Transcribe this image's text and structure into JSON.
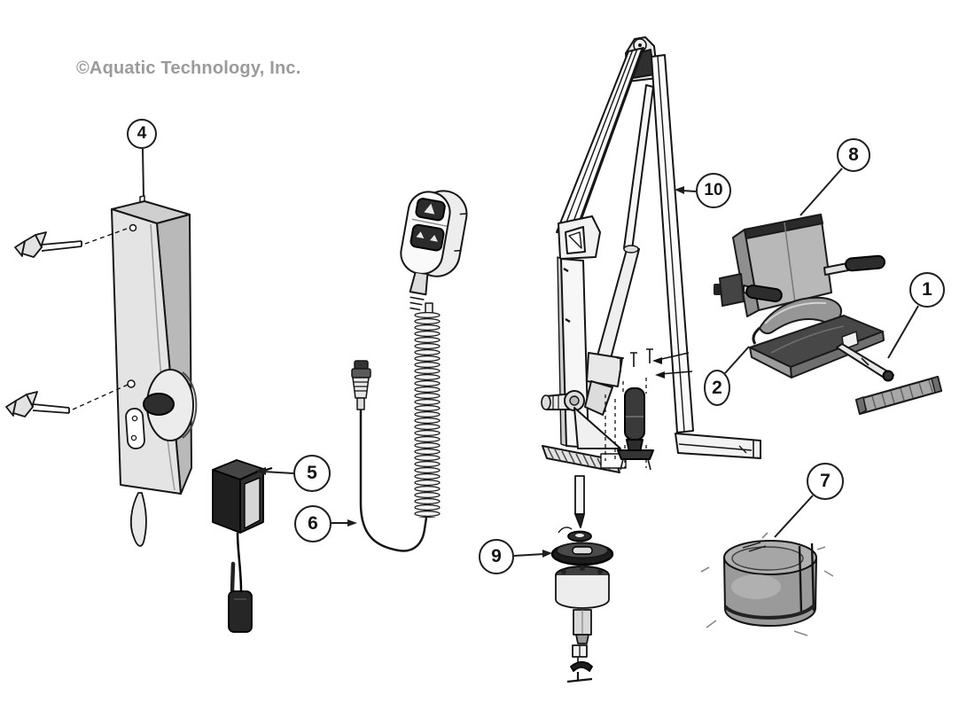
{
  "watermark": {
    "text": "©Aquatic Technology, Inc."
  },
  "callouts": [
    {
      "number": "1"
    },
    {
      "number": "2"
    },
    {
      "number": "4"
    },
    {
      "number": "5"
    },
    {
      "number": "6"
    },
    {
      "number": "7"
    },
    {
      "number": "8"
    },
    {
      "number": "9"
    },
    {
      "number": "10"
    }
  ]
}
